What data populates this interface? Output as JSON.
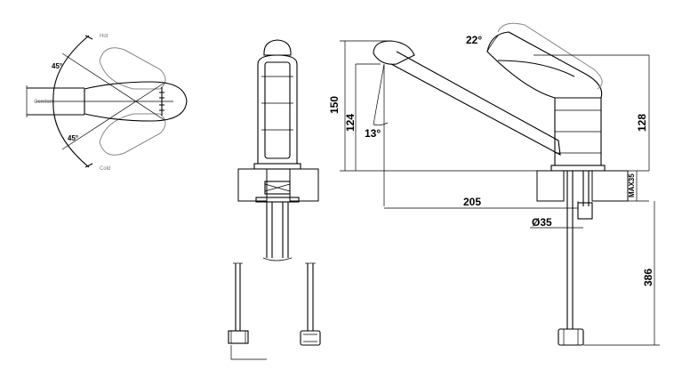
{
  "top_view": {
    "label_hot": "Hot",
    "label_comfort": "Comfort",
    "label_cold": "Cold",
    "angle_up": "45°",
    "angle_down": "45°"
  },
  "side_view": {
    "height_total": "150",
    "height_spout": "124",
    "spout_angle": "13°",
    "handle_angle": "22°",
    "height_body": "128",
    "reach": "205",
    "diameter": "Ø35",
    "max_deck": "MAX35",
    "hose_length": "386"
  }
}
